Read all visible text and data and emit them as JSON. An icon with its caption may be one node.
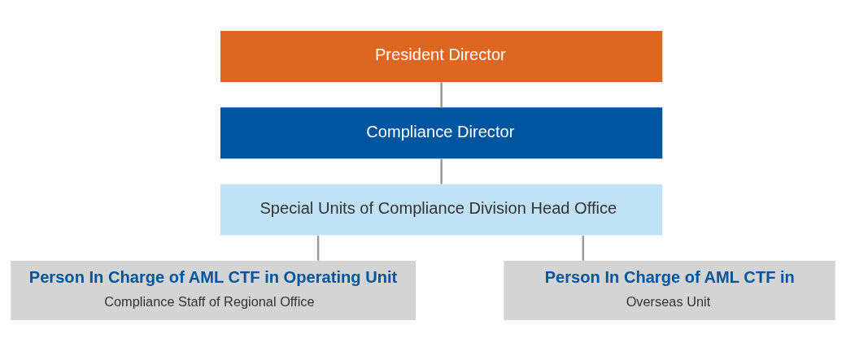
{
  "diagram": {
    "nodes": [
      {
        "text": [
          "President Director"
        ]
      },
      {
        "text": [
          "Compliance Director"
        ]
      },
      {
        "text": [
          "Special Units of Compliance Division Head Office"
        ]
      },
      {
        "text": [
          "Person In Charge of AML CTF in Operating Unit",
          "Compliance Staff of Regional Office"
        ]
      },
      {
        "text": [
          "Person In Charge of AML CTF in",
          "Overseas Unit"
        ]
      }
    ],
    "edges": [
      {
        "from": 0,
        "to": 1,
        "arrow": "none"
      },
      {
        "from": 1,
        "to": 2,
        "arrow": "none"
      },
      {
        "from": 2,
        "to": 3,
        "arrow": "none"
      },
      {
        "from": 2,
        "to": 4,
        "arrow": "none"
      }
    ]
  }
}
